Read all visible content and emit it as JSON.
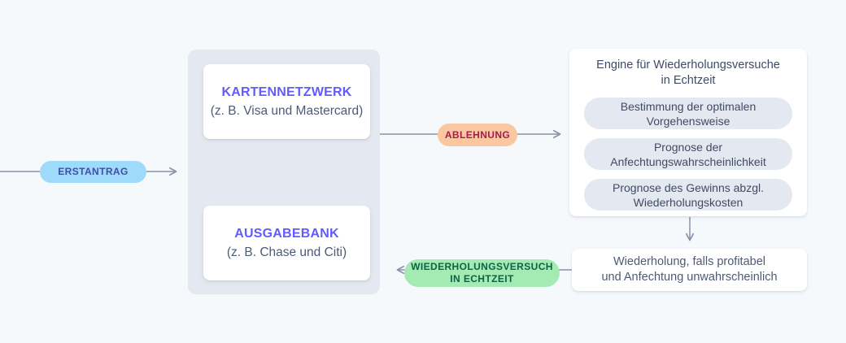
{
  "diagram": {
    "labels": {
      "erstantrag": "ERSTANTRAG",
      "ablehnung": "ABLEHNUNG",
      "retry_line1": "WIEDERHOLUNGSVERSUCH",
      "retry_line2": "IN ECHTZEIT"
    },
    "network_group": {
      "card_network_title": "KARTENNETZWERK",
      "card_network_subtitle": "(z. B. Visa und Mastercard)",
      "issuing_bank_title": "AUSGABEBANK",
      "issuing_bank_subtitle": "(z. B. Chase und Citi)"
    },
    "engine": {
      "title_line1": "Engine für Wiederholungsversuche",
      "title_line2": "in Echtzeit",
      "pills": [
        {
          "line1": "Bestimmung der optimalen",
          "line2": "Vorgehensweise"
        },
        {
          "line1": "Prognose der",
          "line2": "Anfechtungswahrscheinlichkeit"
        },
        {
          "line1": "Prognose des Gewinns abzgl.",
          "line2": "Wiederholungskosten"
        }
      ]
    },
    "result": {
      "line1": "Wiederholung, falls profitabel",
      "line2": "und Anfechtung unwahrscheinlich"
    },
    "colors": {
      "background": "#F6F9FC",
      "group_bg": "#E4E8F0",
      "card_bg": "#FFFFFF",
      "accent_purple": "#635BFF",
      "text_slate": "#4E5A75",
      "engine_text": "#3F4B66",
      "pill_bg": "#E3E8F1",
      "arrow_gray": "#8A94A6",
      "badge_blue_bg": "#9EDBFA",
      "badge_blue_text": "#3D4EA8",
      "badge_orange_bg": "#FBC7A1",
      "badge_orange_text": "#A41C4E",
      "badge_green_bg": "#A3EBB2",
      "badge_green_text": "#0E6245"
    }
  }
}
